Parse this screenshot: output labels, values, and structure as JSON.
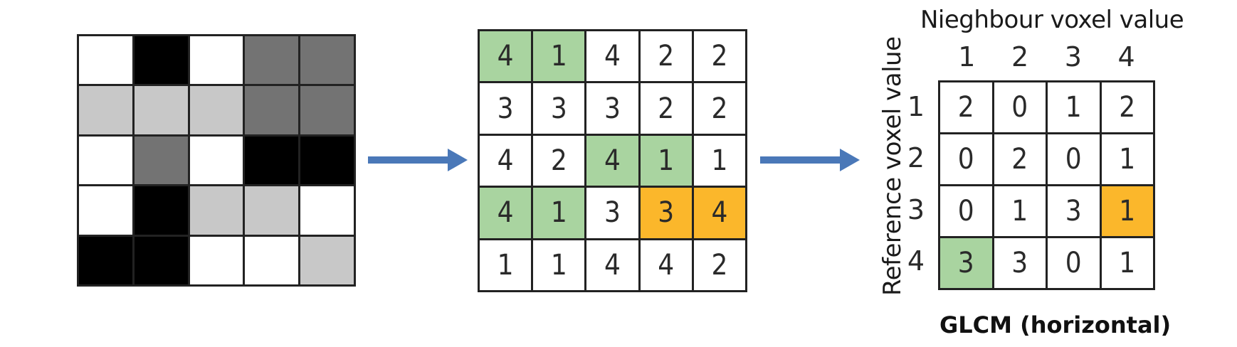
{
  "colors": {
    "white": "#ffffff",
    "light_gray": "#c8c8c8",
    "dark_gray": "#737373",
    "black": "#000000",
    "green_highlight": "#a9d4a0",
    "orange_highlight": "#fbb72b",
    "arrow": "#4a78b8",
    "grid_line": "#222222"
  },
  "intensity_image": {
    "rows": [
      [
        "white",
        "black",
        "white",
        "dark_gray",
        "dark_gray"
      ],
      [
        "light_gray",
        "light_gray",
        "light_gray",
        "dark_gray",
        "dark_gray"
      ],
      [
        "white",
        "dark_gray",
        "white",
        "black",
        "black"
      ],
      [
        "white",
        "black",
        "light_gray",
        "light_gray",
        "white"
      ],
      [
        "black",
        "black",
        "white",
        "white",
        "light_gray"
      ]
    ]
  },
  "value_matrix": {
    "rows": [
      [
        {
          "v": "4",
          "hl": "green"
        },
        {
          "v": "1",
          "hl": "green"
        },
        {
          "v": "4"
        },
        {
          "v": "2"
        },
        {
          "v": "2"
        }
      ],
      [
        {
          "v": "3"
        },
        {
          "v": "3"
        },
        {
          "v": "3"
        },
        {
          "v": "2"
        },
        {
          "v": "2"
        }
      ],
      [
        {
          "v": "4"
        },
        {
          "v": "2"
        },
        {
          "v": "4",
          "hl": "green"
        },
        {
          "v": "1",
          "hl": "green"
        },
        {
          "v": "1"
        }
      ],
      [
        {
          "v": "4",
          "hl": "green"
        },
        {
          "v": "1",
          "hl": "green"
        },
        {
          "v": "3"
        },
        {
          "v": "3",
          "hl": "orange"
        },
        {
          "v": "4",
          "hl": "orange"
        }
      ],
      [
        {
          "v": "1"
        },
        {
          "v": "1"
        },
        {
          "v": "4"
        },
        {
          "v": "4"
        },
        {
          "v": "2"
        }
      ]
    ]
  },
  "glcm": {
    "neighbour_title": "Nieghbour voxel value",
    "reference_title": "Reference voxel value",
    "caption": "GLCM (horizontal)",
    "col_headers": [
      "1",
      "2",
      "3",
      "4"
    ],
    "row_headers": [
      "1",
      "2",
      "3",
      "4"
    ],
    "rows": [
      [
        {
          "v": "2"
        },
        {
          "v": "0"
        },
        {
          "v": "1"
        },
        {
          "v": "2"
        }
      ],
      [
        {
          "v": "0"
        },
        {
          "v": "2"
        },
        {
          "v": "0"
        },
        {
          "v": "1"
        }
      ],
      [
        {
          "v": "0"
        },
        {
          "v": "1"
        },
        {
          "v": "3"
        },
        {
          "v": "1",
          "hl": "orange"
        }
      ],
      [
        {
          "v": "3",
          "hl": "green"
        },
        {
          "v": "3"
        },
        {
          "v": "0"
        },
        {
          "v": "1"
        }
      ]
    ]
  },
  "arrows": [
    "arrow-right-icon",
    "arrow-right-icon"
  ]
}
